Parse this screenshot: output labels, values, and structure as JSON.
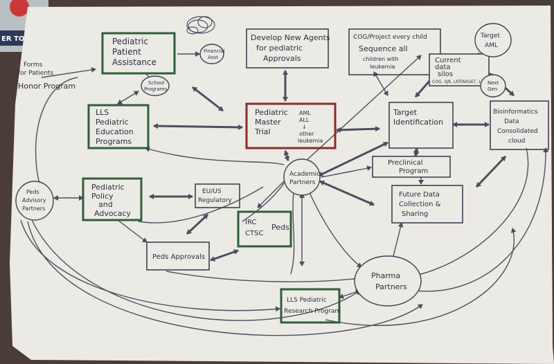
{
  "colors": {
    "background": "#4a3c38",
    "paper": "#eceae4",
    "ink": "#3b4150",
    "green_box": "#2f5e3a",
    "red_box": "#8a2b2b"
  },
  "corner_note": "ER TO",
  "boxes": {
    "patient_assistance": [
      "Pediatric",
      "Patient",
      "Assistance"
    ],
    "develop_agents": [
      "Develop New Agents",
      "for pediatric",
      "Approvals"
    ],
    "cog_sequence": [
      "COG/Project every child",
      "Sequence all",
      "children with",
      "leukemia"
    ],
    "current_data": [
      "Current",
      "data",
      "silos",
      "COG, SJR, LRT",
      "TARGET, LLS"
    ],
    "education": [
      "LLS",
      "Pediatric",
      "Education",
      "Programs"
    ],
    "master_trial": [
      "Pediatric",
      "Master",
      "Trial"
    ],
    "master_trial_side": [
      "AML",
      "ALL",
      "↓",
      "other",
      "leukemia"
    ],
    "target_id": [
      "Target",
      "Identification"
    ],
    "bioinformatics": [
      "Bioinformatics",
      "Data",
      "Consolidated",
      "cloud"
    ],
    "preclinical": [
      "Preclinical",
      "Program"
    ],
    "future_data": [
      "Future Data",
      "Collection &",
      "Sharing"
    ],
    "policy": [
      "Pediatric",
      "Policy",
      "and",
      "Advocacy"
    ],
    "regulatory": [
      "EU/US",
      "Regulatory"
    ],
    "irc": [
      "IRC",
      "CTSC"
    ],
    "irc_side": "Peds",
    "approvals": "Peds Approvals",
    "research": [
      "LLS Pediatric",
      "Research Program"
    ]
  },
  "ellipses": {
    "financial_asst": [
      "Financial",
      "Asst."
    ],
    "school": [
      "School",
      "Programs"
    ],
    "academic": [
      "Academic",
      "Partners"
    ],
    "peds_advisory": [
      "Peds",
      "Advisory",
      "Partners"
    ],
    "pharma": [
      "Pharma",
      "Partners"
    ],
    "target_aml": [
      "Target",
      "AML"
    ],
    "next_gen": [
      "Next",
      "Gen"
    ]
  },
  "notes": {
    "honor": [
      "Forms",
      "for Patients",
      "Honor Program"
    ]
  }
}
